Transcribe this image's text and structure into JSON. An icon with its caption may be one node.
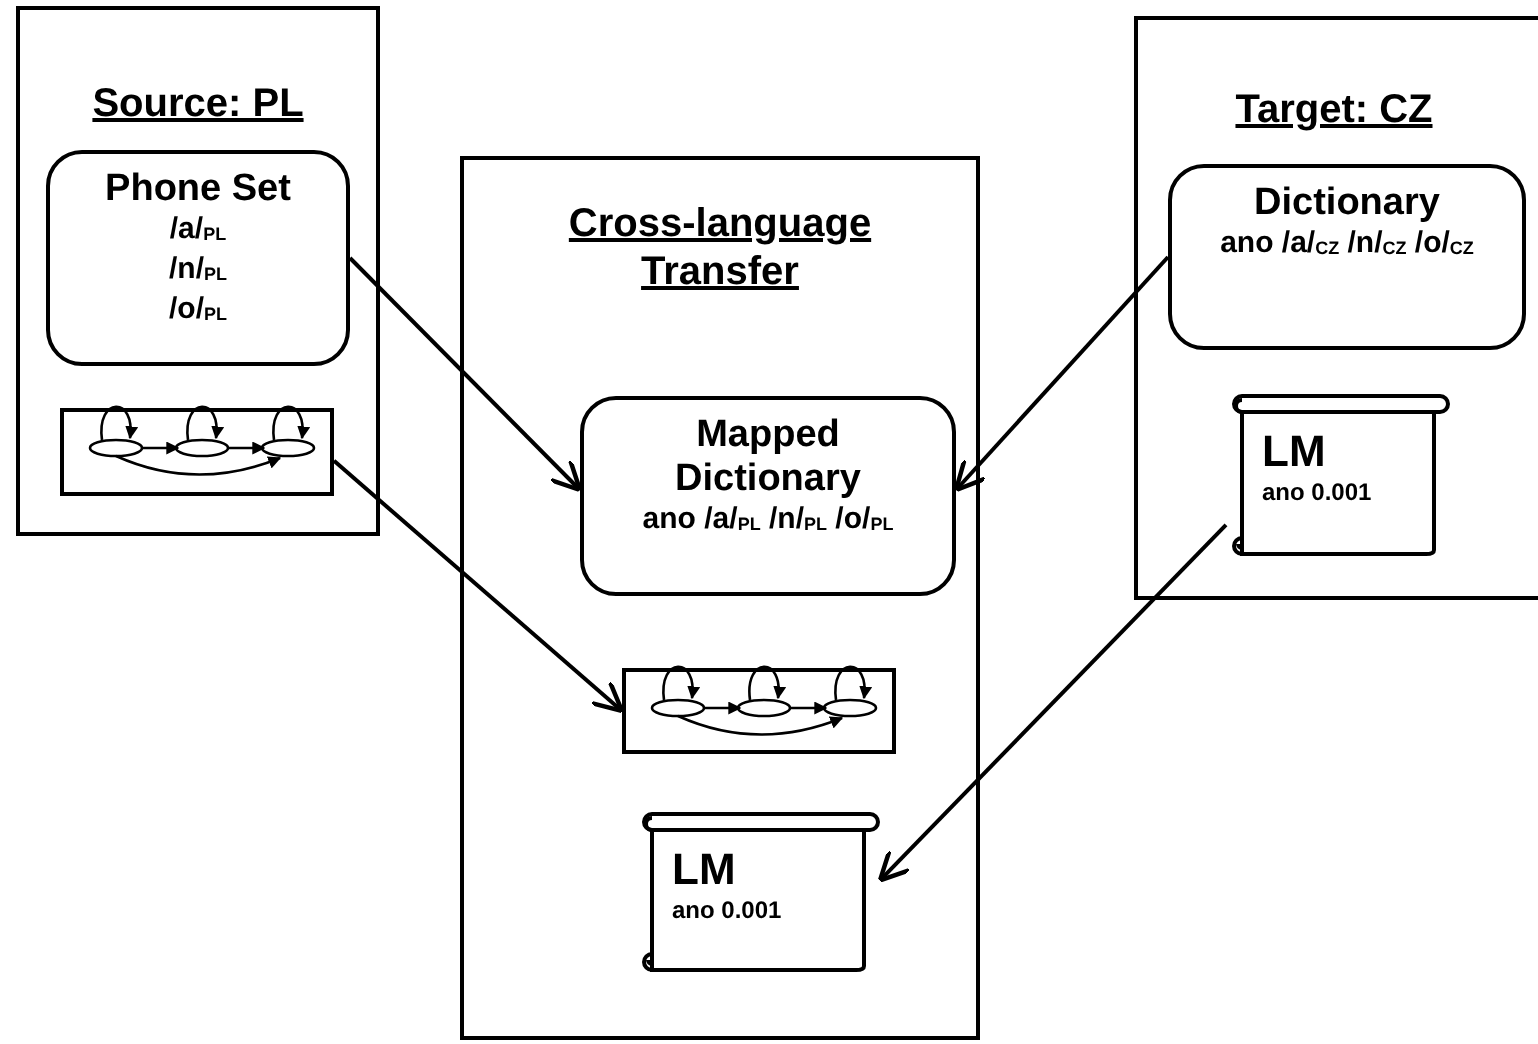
{
  "diagram": {
    "nodes": [
      {
        "text": [
          "Source: PL"
        ]
      },
      {
        "text": [
          "Phone Set",
          "/a/$_{PL}$",
          "/n/$_{PL}$",
          "/o/$_{PL}$"
        ],
        "in": 0
      },
      {
        "text": [],
        "shape": "picture",
        "in": 0
      },
      {
        "text": [
          "Cross-language Transfer"
        ]
      },
      {
        "text": [
          "Mapped Dictionary",
          "ano /a/$_{PL}$ /n/$_{PL}$ /o/$_{PL}$"
        ],
        "in": 3
      },
      {
        "text": [],
        "shape": "picture",
        "in": 3
      },
      {
        "text": [
          "LM",
          "ano 0.001"
        ],
        "in": 3
      },
      {
        "text": [
          "Target: CZ"
        ]
      },
      {
        "text": [
          "Dictionary",
          "ano /a/$_{CZ}$ /n/$_{CZ}$ /o/$_{CZ}$"
        ],
        "in": 7
      },
      {
        "text": [
          "LM",
          "ano 0.001"
        ],
        "in": 7
      }
    ],
    "edges": [
      {
        "from": 1,
        "to": 4,
        "arrow": "to"
      },
      {
        "from": 2,
        "to": 5,
        "arrow": "to"
      },
      {
        "from": 8,
        "to": 4,
        "arrow": "to"
      },
      {
        "from": 9,
        "to": 6,
        "arrow": "to"
      }
    ]
  }
}
